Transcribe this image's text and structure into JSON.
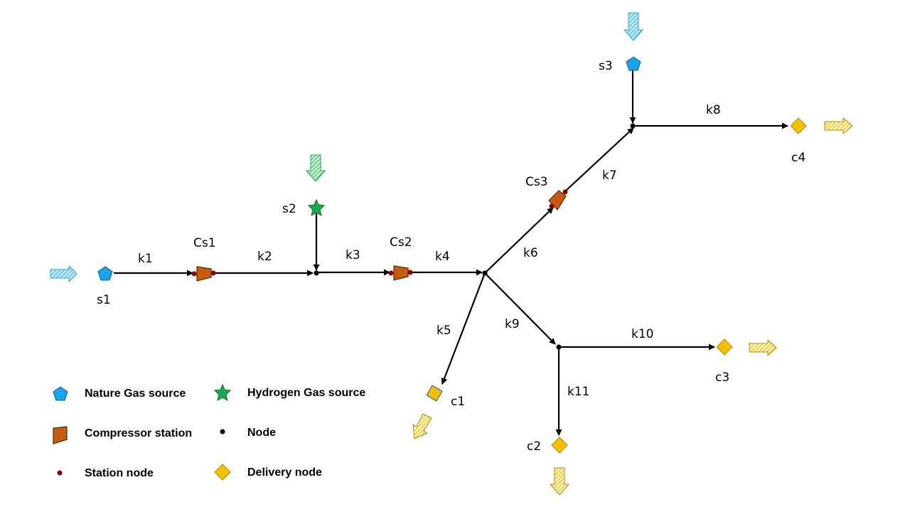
{
  "edges": {
    "k1": "k1",
    "k2": "k2",
    "k3": "k3",
    "k4": "k4",
    "k5": "k5",
    "k6": "k6",
    "k7": "k7",
    "k8": "k8",
    "k9": "k9",
    "k10": "k10",
    "k11": "k11"
  },
  "sources": {
    "s1": "s1",
    "s2": "s2",
    "s3": "s3"
  },
  "compressors": {
    "cs1": "Cs1",
    "cs2": "Cs2",
    "cs3": "Cs3"
  },
  "deliveries": {
    "c1": "c1",
    "c2": "c2",
    "c3": "c3",
    "c4": "c4"
  },
  "legend": {
    "nature_gas_source": "Nature Gas source",
    "hydrogen_gas_source": "Hydrogen Gas source",
    "compressor_station": "Compressor station",
    "node": "Node",
    "station_node": "Station node",
    "delivery_node": "Delivery node"
  },
  "colors": {
    "nature_gas": "#1aa3e8",
    "hydrogen_gas": "#1aa84f",
    "compressor": "#c55a11",
    "station_node": "#8b0000",
    "delivery": "#f5c000",
    "node": "#000000"
  }
}
